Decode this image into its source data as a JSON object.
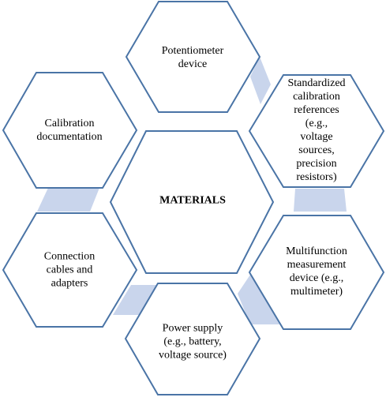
{
  "diagram": {
    "center": {
      "label": "MATERIALS"
    },
    "items": [
      {
        "label": "Potentiometer\ndevice"
      },
      {
        "label": "Standardized\ncalibration\nreferences (e.g.,\nvoltage sources,\nprecision\nresistors)"
      },
      {
        "label": "Multifunction\nmeasurement\ndevice (e.g.,\nmultimeter)"
      },
      {
        "label": "Power supply\n(e.g., battery,\nvoltage source)"
      },
      {
        "label": "Connection\ncables and\nadapters"
      },
      {
        "label": "Calibration\ndocumentation"
      }
    ],
    "colors": {
      "hex_stroke": "#4a74a6",
      "hex_fill": "#ffffff",
      "connector": "#c9d5ec"
    }
  }
}
